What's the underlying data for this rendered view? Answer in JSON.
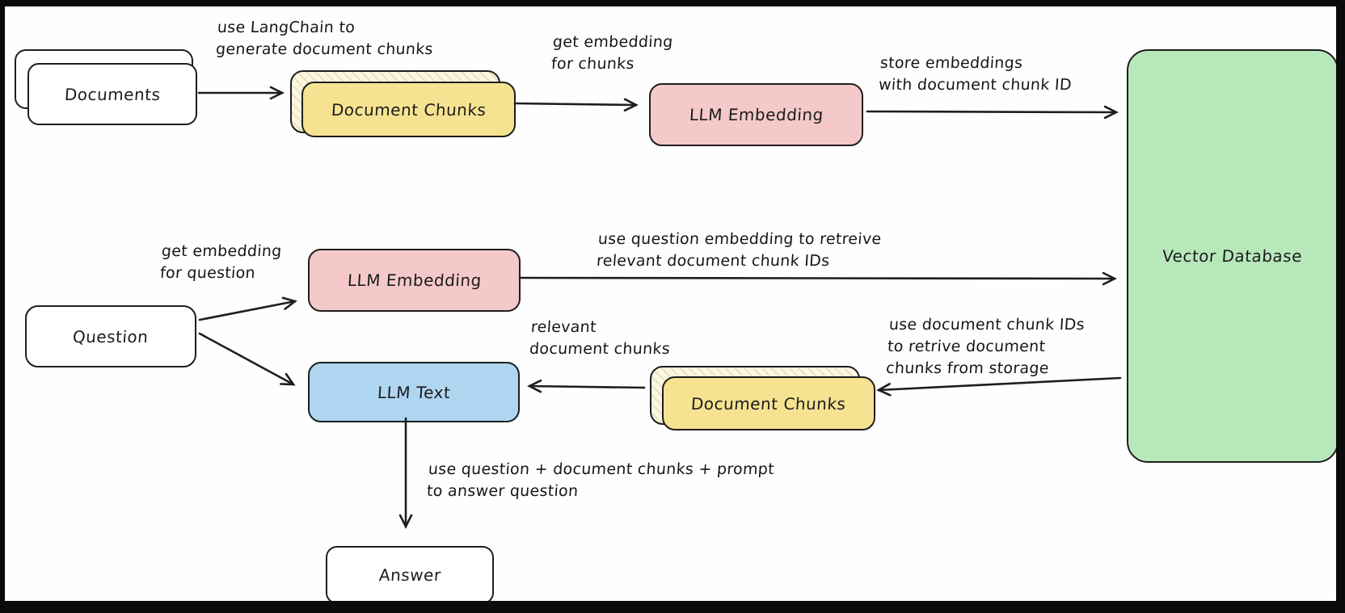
{
  "diagram": {
    "title_hint": "RAG with LangChain flow",
    "background": "#fefefe",
    "stroke": "#1e1e1e",
    "colors": {
      "yellow": "#f6e392",
      "pink": "#f5c9c9",
      "blue": "#aed6f1",
      "green": "#b7e8ba",
      "white": "#ffffff"
    },
    "nodes": {
      "documents": {
        "label": "Documents"
      },
      "document_chunks_top": {
        "label": "Document Chunks"
      },
      "llm_embedding_top": {
        "label": "LLM Embedding"
      },
      "vector_database": {
        "label": "Vector Database"
      },
      "question": {
        "label": "Question"
      },
      "llm_embedding_mid": {
        "label": "LLM Embedding"
      },
      "llm_text": {
        "label": "LLM Text"
      },
      "document_chunks_mid": {
        "label": "Document Chunks"
      },
      "answer": {
        "label": "Answer"
      }
    },
    "annotations": {
      "use_langchain": {
        "line1": "use LangChain to",
        "line2": "generate document chunks"
      },
      "get_embedding_chunks": {
        "line1": "get embedding",
        "line2": "for chunks"
      },
      "store_embeddings": {
        "line1": "store embeddings",
        "line2": "with document chunk ID"
      },
      "get_embedding_question": {
        "line1": "get embedding",
        "line2": "for question"
      },
      "use_question_embedding": {
        "line1": "use question embedding to retreive",
        "line2": "relevant document chunk IDs"
      },
      "relevant_chunks": {
        "line1": "relevant",
        "line2": "document chunks"
      },
      "use_chunk_ids": {
        "line1": "use document chunk IDs",
        "line2": "to retrive document",
        "line3": "chunks from storage"
      },
      "use_question_prompt": {
        "line1": "use question + document chunks + prompt",
        "line2": "to answer question"
      }
    },
    "edges": [
      "documents -> document_chunks_top",
      "document_chunks_top -> llm_embedding_top",
      "llm_embedding_top -> vector_database",
      "question -> llm_embedding_mid",
      "question -> llm_text",
      "llm_embedding_mid -> vector_database",
      "vector_database -> document_chunks_mid",
      "document_chunks_mid -> llm_text",
      "llm_text -> answer"
    ]
  }
}
